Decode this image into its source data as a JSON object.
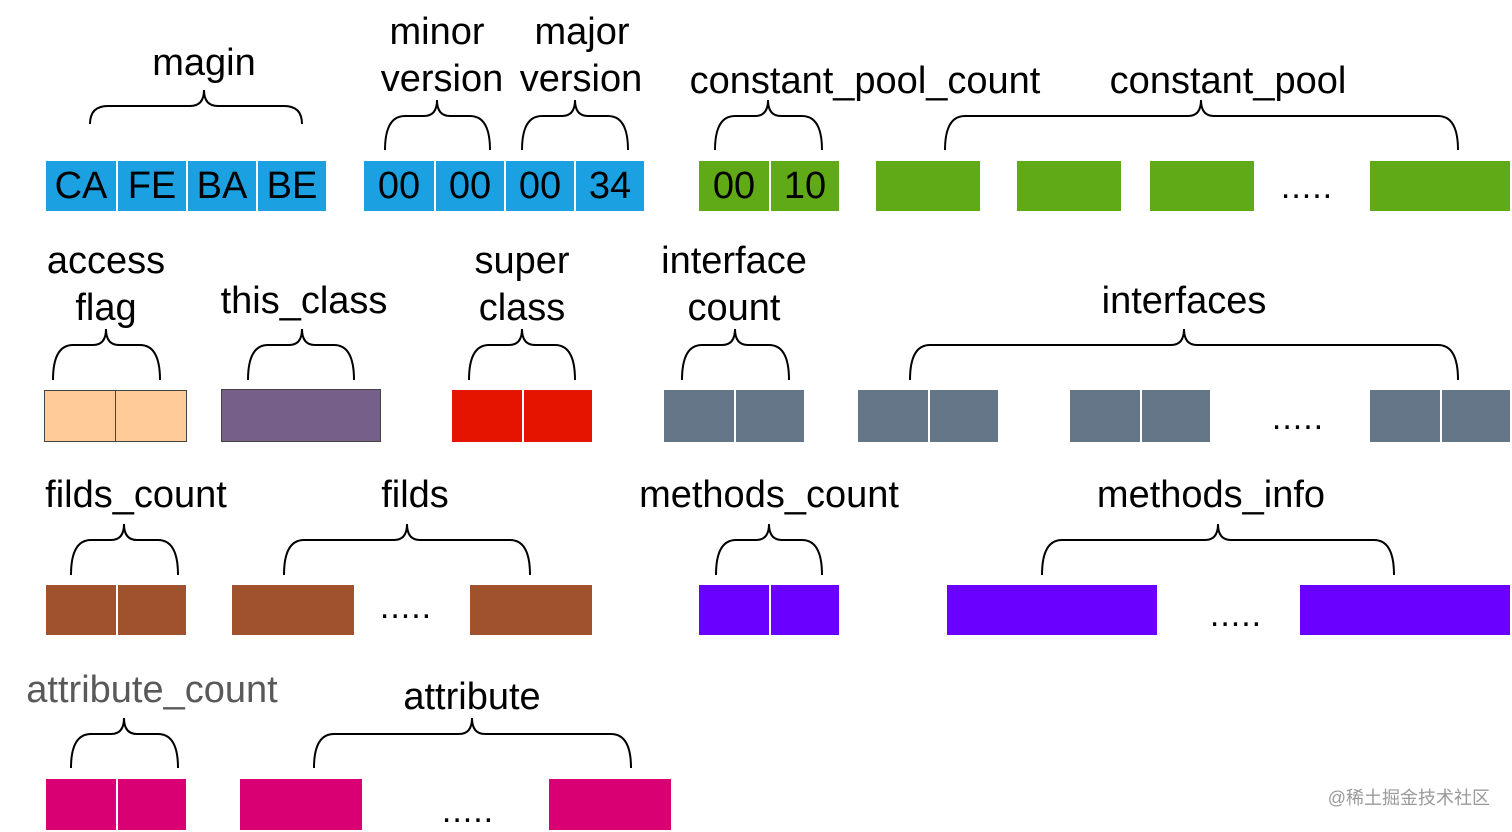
{
  "colors": {
    "blue": "#1ba1e2",
    "green": "#60a917",
    "peach": "#ffcc99",
    "purple_gray": "#76608a",
    "red": "#e51400",
    "slate": "#647687",
    "brown": "#a0522d",
    "violet": "#6a00ff",
    "magenta": "#d80073"
  },
  "labels": {
    "magin": "magin",
    "minor": "minor",
    "minor_version": "version",
    "major": "major",
    "major_version": "version",
    "constant_pool_count": "constant_pool_count",
    "constant_pool": "constant_pool",
    "access": "access",
    "flag": "flag",
    "this_class": "this_class",
    "super": "super",
    "class": "class",
    "interface": "interface",
    "count": "count",
    "interfaces": "interfaces",
    "filds_count": "filds_count",
    "filds": "filds",
    "methods_count": "methods_count",
    "methods_info": "methods_info",
    "attribute_count": "attribute_count",
    "attribute": "attribute"
  },
  "bytes": {
    "magic": [
      "CA",
      "FE",
      "BA",
      "BE"
    ],
    "minor": [
      "00",
      "00"
    ],
    "major": [
      "00",
      "34"
    ],
    "cp_count": [
      "00",
      "10"
    ]
  },
  "ellipsis": ".....",
  "watermark": "@稀土掘金技术社区"
}
